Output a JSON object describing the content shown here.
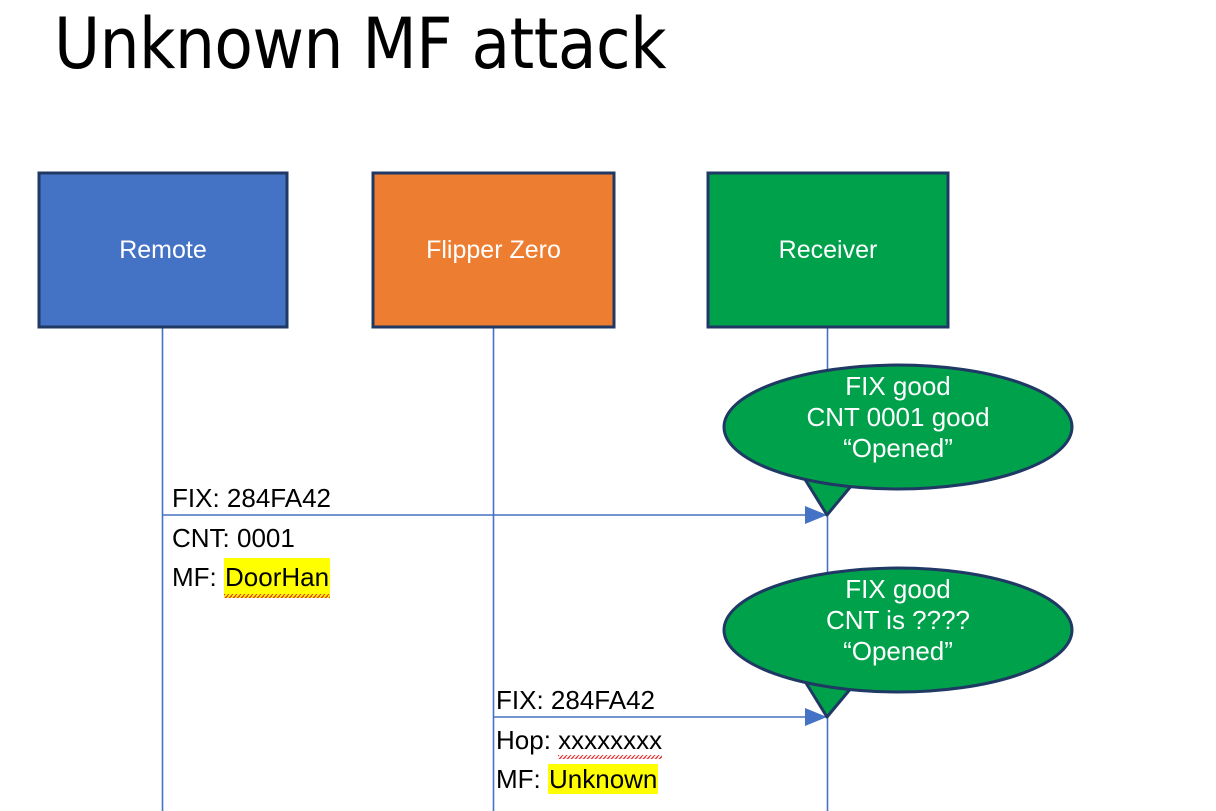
{
  "slide": {
    "title": "Unknown MF attack",
    "background_color": "#ffffff"
  },
  "colors": {
    "remote_box": "#4472C4",
    "flipper_box": "#ED7D31",
    "receiver_box": "#00A14B",
    "bubble_fill": "#00A14B",
    "shape_outline": "#1F3864",
    "lifeline": "#4472C4",
    "arrow": "#4472C4",
    "highlight": "#FFFF00",
    "spellcheck_underline": "#E03030",
    "box_text": "#FFFFFF",
    "body_text": "#000000"
  },
  "actors": [
    {
      "id": "remote",
      "label": "Remote",
      "fill": "#4472C4"
    },
    {
      "id": "flipper",
      "label": "Flipper Zero",
      "fill": "#ED7D31"
    },
    {
      "id": "receiver",
      "label": "Receiver",
      "fill": "#00A14B"
    }
  ],
  "messages": [
    {
      "id": "msg-remote-to-receiver",
      "from": "remote",
      "to": "receiver",
      "lines": [
        {
          "label": "FIX: ",
          "value": "284FA42",
          "highlight": false,
          "spellcheck": false
        },
        {
          "label": "CNT: ",
          "value": "0001",
          "highlight": false,
          "spellcheck": false
        },
        {
          "label": "MF: ",
          "value": "DoorHan",
          "highlight": true,
          "spellcheck": true
        }
      ]
    },
    {
      "id": "msg-flipper-to-receiver",
      "from": "flipper",
      "to": "receiver",
      "lines": [
        {
          "label": "FIX: ",
          "value": "284FA42",
          "highlight": false,
          "spellcheck": false
        },
        {
          "label": "Hop: ",
          "value": "xxxxxxxx",
          "highlight": false,
          "spellcheck": true
        },
        {
          "label": "MF: ",
          "value": "Unknown",
          "highlight": true,
          "spellcheck": false
        }
      ]
    }
  ],
  "bubbles": [
    {
      "id": "bubble-first",
      "line1": "FIX good",
      "line2": "CNT 0001 good",
      "line3": "“Opened”"
    },
    {
      "id": "bubble-second",
      "line1": "FIX good",
      "line2": "CNT is ????",
      "line3": "“Opened”"
    }
  ]
}
